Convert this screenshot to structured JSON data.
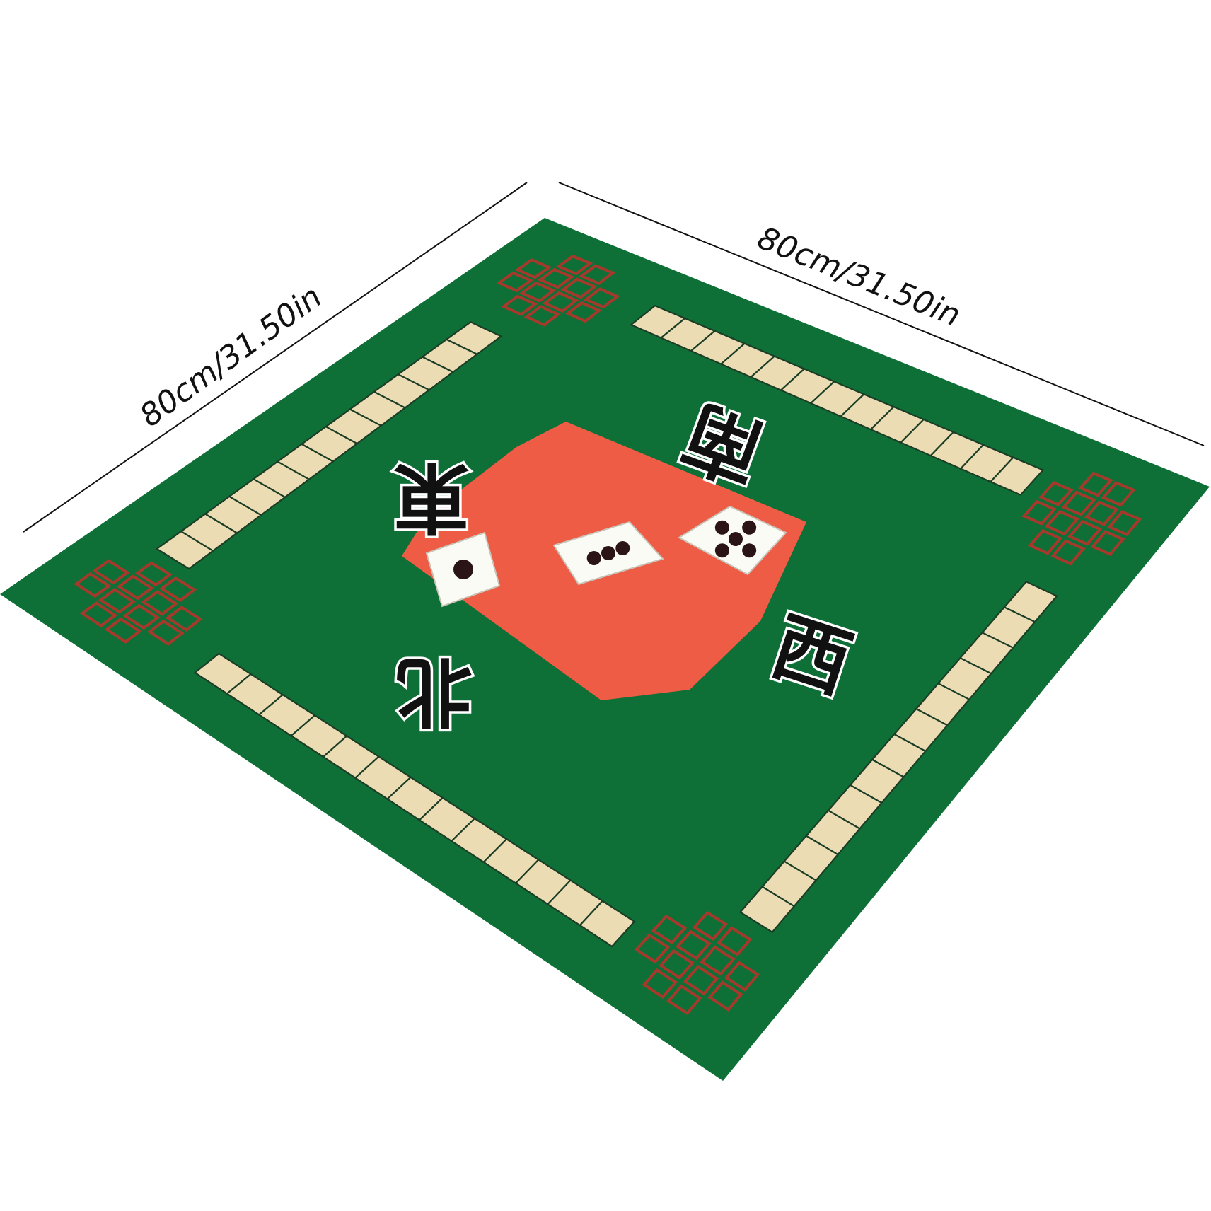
{
  "dimensions": {
    "width_label": "80cm/31.50in",
    "depth_label": "80cm/31.50in"
  },
  "mat": {
    "felt_color": "#0e6f37",
    "center_color": "#ef5c45",
    "tile_color": "#ebdcb4",
    "grid_color": "#a53a2c"
  },
  "winds": {
    "east": "東",
    "south": "南",
    "west": "西",
    "north": "北"
  },
  "dice": [
    {
      "pips": 1
    },
    {
      "pips": 3
    },
    {
      "pips": 5
    }
  ],
  "tile_rails": {
    "tiles_per_side": 13
  }
}
